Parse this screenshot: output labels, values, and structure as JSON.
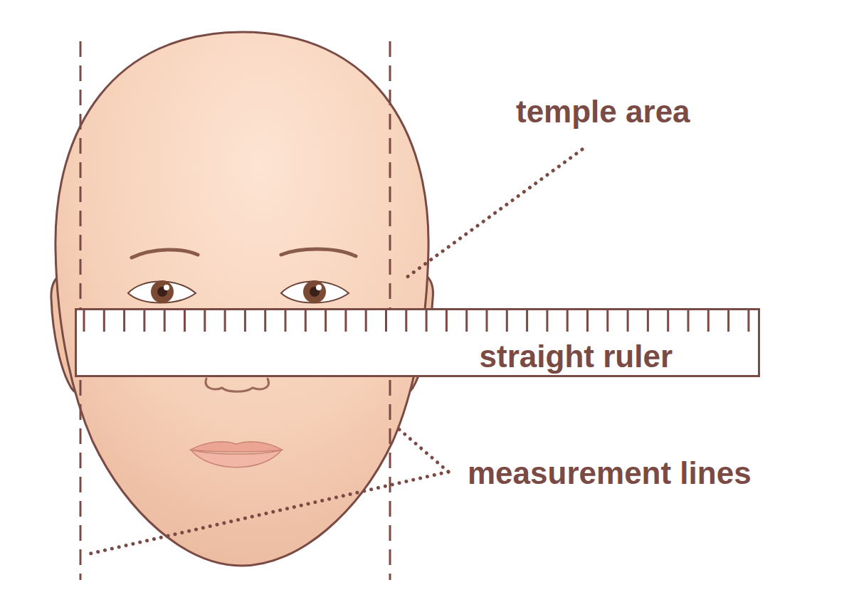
{
  "diagram": {
    "nodes": [
      {
        "text": [
          "straight ruler"
        ]
      }
    ],
    "labels": [
      "temple area",
      "measurement lines"
    ]
  }
}
